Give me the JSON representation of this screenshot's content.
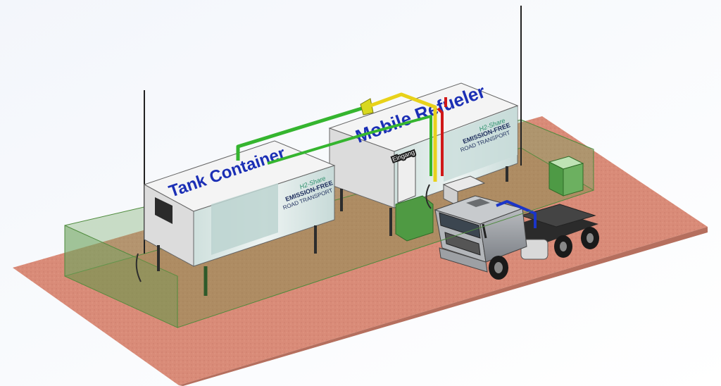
{
  "labels": {
    "tank_container": "Tank Container",
    "mobile_refueler": "Mobile Refueler",
    "eingang": "Eingang"
  },
  "container_graphics": {
    "h2share": "H2-Share",
    "emission_free": "EMISSION-FREE",
    "road_transport": "ROAD TRANSPORT"
  },
  "colors": {
    "ground": "#d98b78",
    "fence": "#6fa55f",
    "pipe_green": "#35b52f",
    "pipe_yellow": "#e8d21a",
    "pipe_red": "#d01818",
    "pipe_blue": "#1b35c9",
    "label_blue": "#1b2fb5"
  }
}
